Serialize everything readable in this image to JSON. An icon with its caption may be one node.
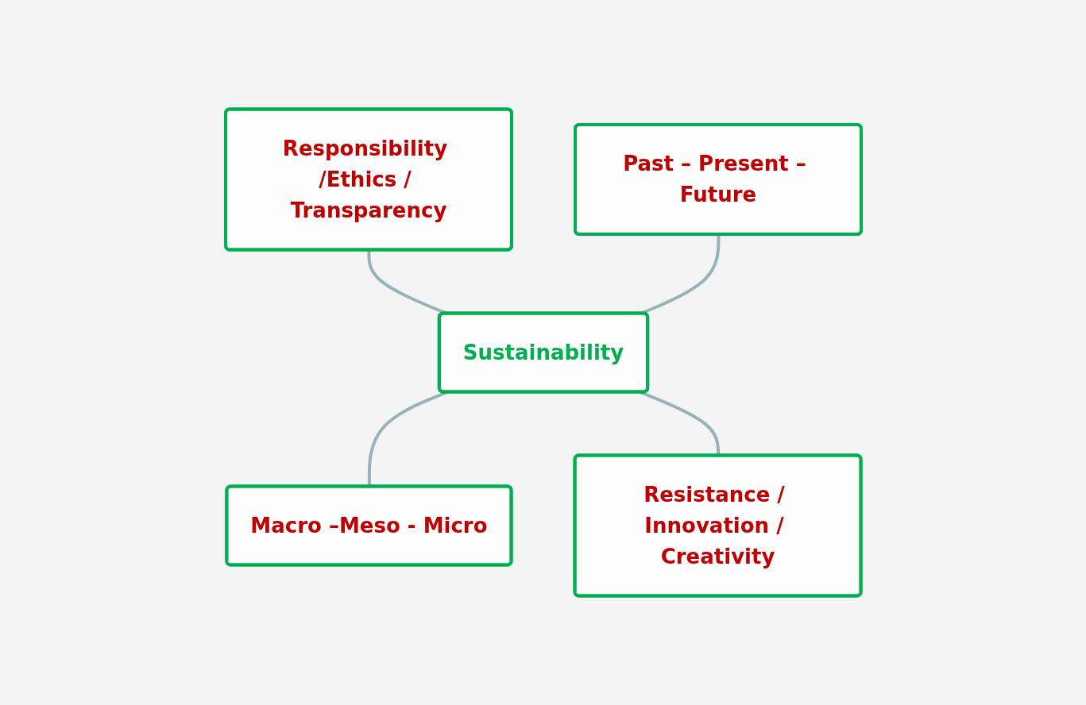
{
  "diagram": {
    "nodes": [
      {
        "text": [
          "Responsibility /Ethics / Transparency"
        ]
      },
      {
        "text": [
          "Past – Present – Future"
        ]
      },
      {
        "text": [
          "Sustainability"
        ]
      },
      {
        "text": [
          "Macro –Meso - Micro"
        ]
      },
      {
        "text": [
          "Resistance / Innovation / Creativity"
        ]
      }
    ],
    "edges": [
      {
        "from": 0,
        "to": 2,
        "arrow": "none"
      },
      {
        "from": 1,
        "to": 2,
        "arrow": "none"
      },
      {
        "from": 2,
        "to": 3,
        "arrow": "none"
      },
      {
        "from": 2,
        "to": 4,
        "arrow": "none"
      }
    ]
  }
}
